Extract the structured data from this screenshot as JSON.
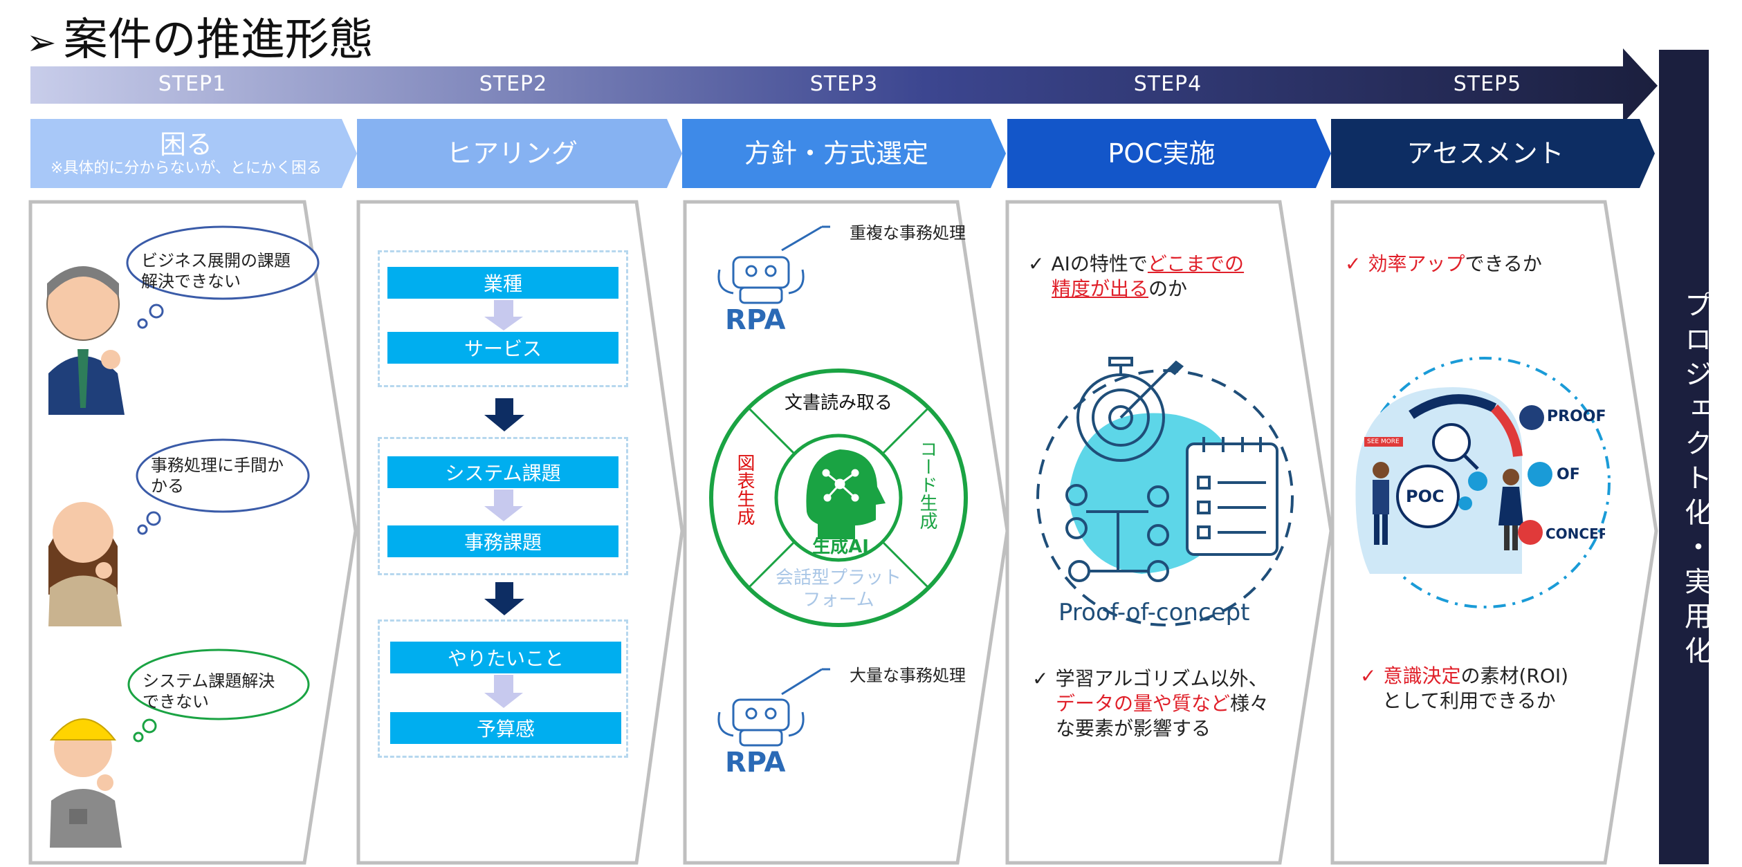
{
  "title": "案件の推進形態",
  "steps": [
    "STEP1",
    "STEP2",
    "STEP3",
    "STEP4",
    "STEP5"
  ],
  "phases": [
    {
      "main": "困る",
      "sub": "※具体的に分からないが、とにかく困る"
    },
    {
      "main": "ヒアリング"
    },
    {
      "main": "方針・方式選定"
    },
    {
      "main": "POC実施"
    },
    {
      "main": "アセスメント"
    }
  ],
  "final_label": "プロジェクト化・実用化",
  "col1": {
    "clouds": [
      "ビジネス展開の課題解決できない",
      "事務処理に手間かかる",
      "システム課題解決できない"
    ]
  },
  "col2": {
    "boxes": [
      "業種",
      "サービス",
      "システム課題",
      "事務課題",
      "やりたいこと",
      "予算感"
    ]
  },
  "col3": {
    "rpa_label": "RPA",
    "rpa_top_note": "重複な事務処理",
    "rpa_bottom_note": "大量な事務処理",
    "ring_top": "文書読み取る",
    "ring_left": "図表生成",
    "ring_right": "コード生成",
    "ring_bottom": "会話型プラットフォーム",
    "center": "生成AI"
  },
  "col4": {
    "check": "✓",
    "top_plain1": "AIの特性で",
    "top_red1": "どこまでの",
    "top_red2": "精度が出る",
    "top_plain2": "のか",
    "poc_caption": "Proof-of-concept",
    "bottom_line1": "学習アルゴリズム以外、",
    "bottom_red": "データの量や質など",
    "bottom_line2": "様々",
    "bottom_line3": "な要素が影響する"
  },
  "col5": {
    "check": "✓",
    "top_red": "効率アップ",
    "top_plain": "できるか",
    "poc_center": "POC",
    "see_more": "SEE MORE",
    "proof": "PROOF",
    "of": "OF",
    "concept": "CONCEPT",
    "bottom_red": "意識決定",
    "bottom_plain1": "の素材(ROI)",
    "bottom_plain2": "として利用できるか"
  },
  "colors": {
    "arrow_start": "#c8cdea",
    "arrow_end": "#1b1f3e",
    "phase1": "#a8c8f8",
    "phase2": "#86b2f2",
    "phase3": "#3e8ae8",
    "phase4": "#1356c9",
    "phase5": "#0d2d63",
    "box_blue": "#00aeef",
    "green": "#1aa343",
    "red": "#e0202a",
    "final_bg": "#1b1f3e"
  }
}
